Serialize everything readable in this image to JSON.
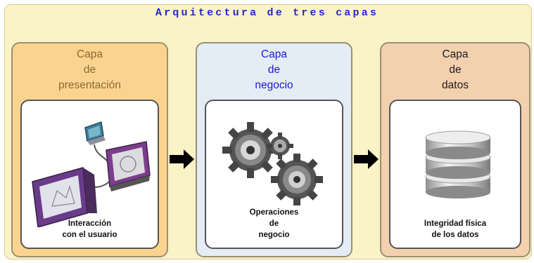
{
  "title": "Arquitectura de tres capas",
  "layers": [
    {
      "title_lines": [
        "Capa",
        "de",
        "presentación"
      ],
      "caption_lines": [
        "Interacción",
        "con el usuario"
      ],
      "icon": "computers-illustration",
      "bg": "#fad48f",
      "title_color": "#8a6a30"
    },
    {
      "title_lines": [
        "Capa",
        "de",
        "negocio"
      ],
      "caption_lines": [
        "Operaciones",
        "de",
        "negocio"
      ],
      "icon": "gears-illustration",
      "bg": "#e4ecf5",
      "title_color": "#1a1ad6"
    },
    {
      "title_lines": [
        "Capa",
        "de",
        "datos"
      ],
      "caption_lines": [
        "Integridad física",
        "de los datos"
      ],
      "icon": "database-illustration",
      "bg": "#f3d0ae",
      "title_color": "#1c1c1c"
    }
  ],
  "arrow_color": "#000000"
}
